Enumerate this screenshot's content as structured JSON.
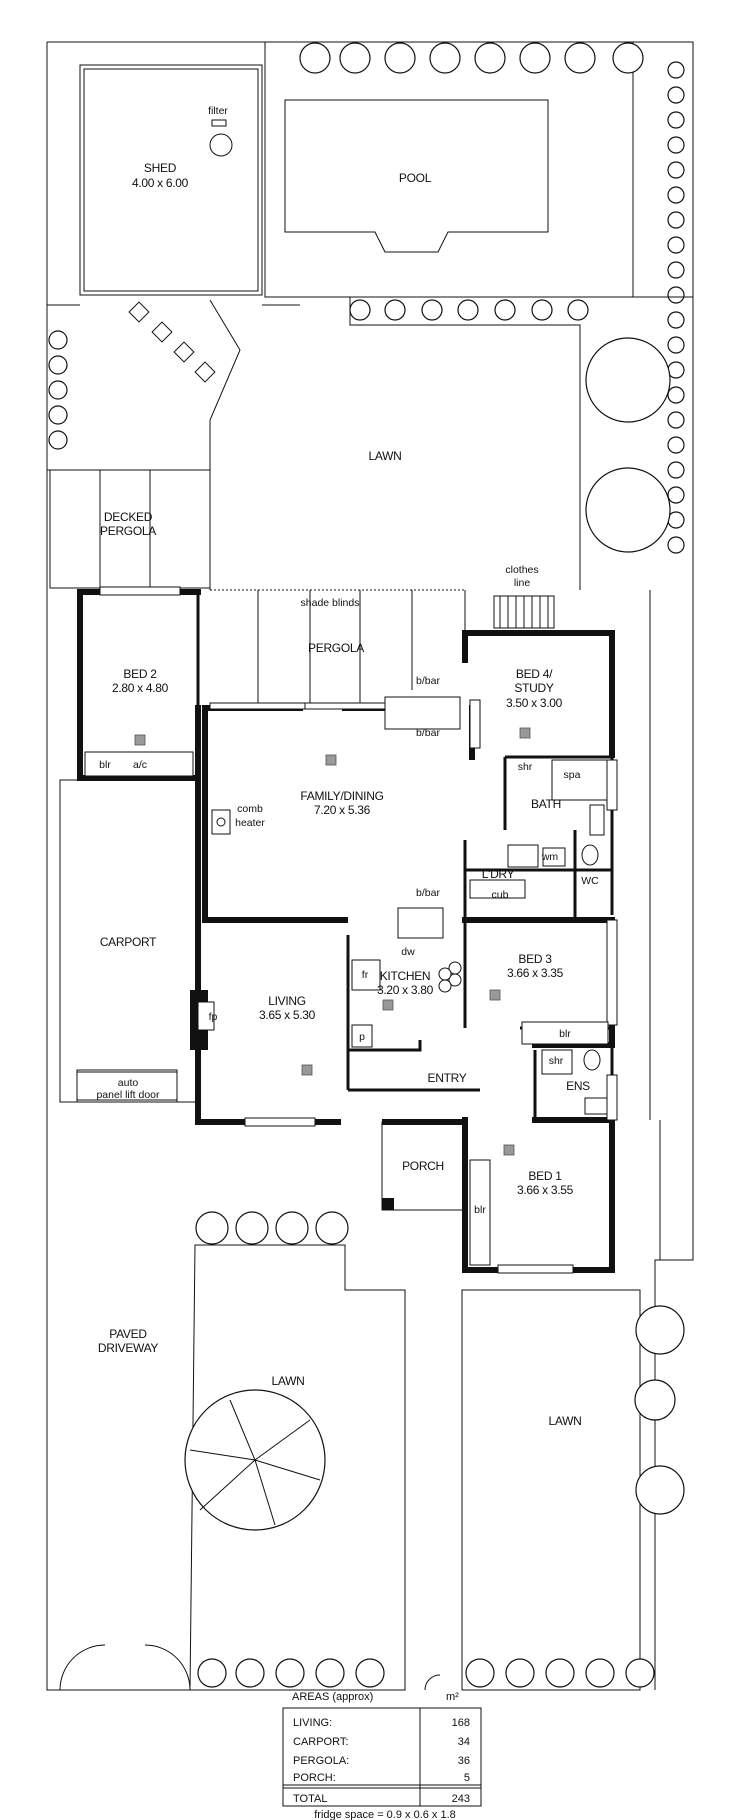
{
  "outdoor": {
    "shed_name": "SHED",
    "shed_size": "4.00 x 6.00",
    "filter": "filter",
    "pool": "POOL",
    "lawn_top": "LAWN",
    "decked_1": "DECKED",
    "decked_2": "PERGOLA",
    "clothes_1": "clothes",
    "clothes_2": "line",
    "shade": "shade blinds",
    "pergola": "PERGOLA",
    "carport": "CARPORT",
    "auto_1": "auto",
    "auto_2": "panel lift door",
    "paved_1": "PAVED",
    "paved_2": "DRIVEWAY",
    "lawn_left": "LAWN",
    "lawn_right": "LAWN",
    "porch": "PORCH"
  },
  "rooms": {
    "bed2_name": "BED 2",
    "bed2_size": "2.80 x 4.80",
    "blr": "blr",
    "ac": "a/c",
    "bed4_1": "BED 4/",
    "bed4_2": "STUDY",
    "bed4_size": "3.50 x 3.00",
    "bbar1": "b/bar",
    "bbar2": "b/bar",
    "bbar3": "b/bar",
    "family": "FAMILY/DINING",
    "family_size": "7.20 x 5.36",
    "comb_1": "comb",
    "comb_2": "heater",
    "shr": "shr",
    "spa": "spa",
    "bath": "BATH",
    "wm": "wm",
    "ldry": "L'DRY",
    "wc": "WC",
    "cub": "cub",
    "dw": "dw",
    "fr": "fr",
    "p": "p",
    "kitchen": "KITCHEN",
    "kitchen_size": "3.20 x 3.80",
    "living": "LIVING",
    "living_size": "3.65 x 5.30",
    "fp": "fp",
    "bed3": "BED 3",
    "bed3_size": "3.66 x 3.35",
    "bed3_blr": "blr",
    "shr2": "shr",
    "ens": "ENS",
    "entry": "ENTRY",
    "bed1": "BED 1",
    "bed1_size": "3.66 x 3.55",
    "bed1_blr": "blr"
  },
  "areas": {
    "title": "AREAS (approx)",
    "unit": "m²",
    "rows": [
      {
        "label": "LIVING:",
        "value": "168"
      },
      {
        "label": "CARPORT:",
        "value": "34"
      },
      {
        "label": "PERGOLA:",
        "value": "36"
      },
      {
        "label": "PORCH:",
        "value": "5"
      }
    ],
    "total_label": "TOTAL",
    "total_value": "243",
    "fridge": "fridge space = 0.9 x 0.6 x 1.8"
  }
}
